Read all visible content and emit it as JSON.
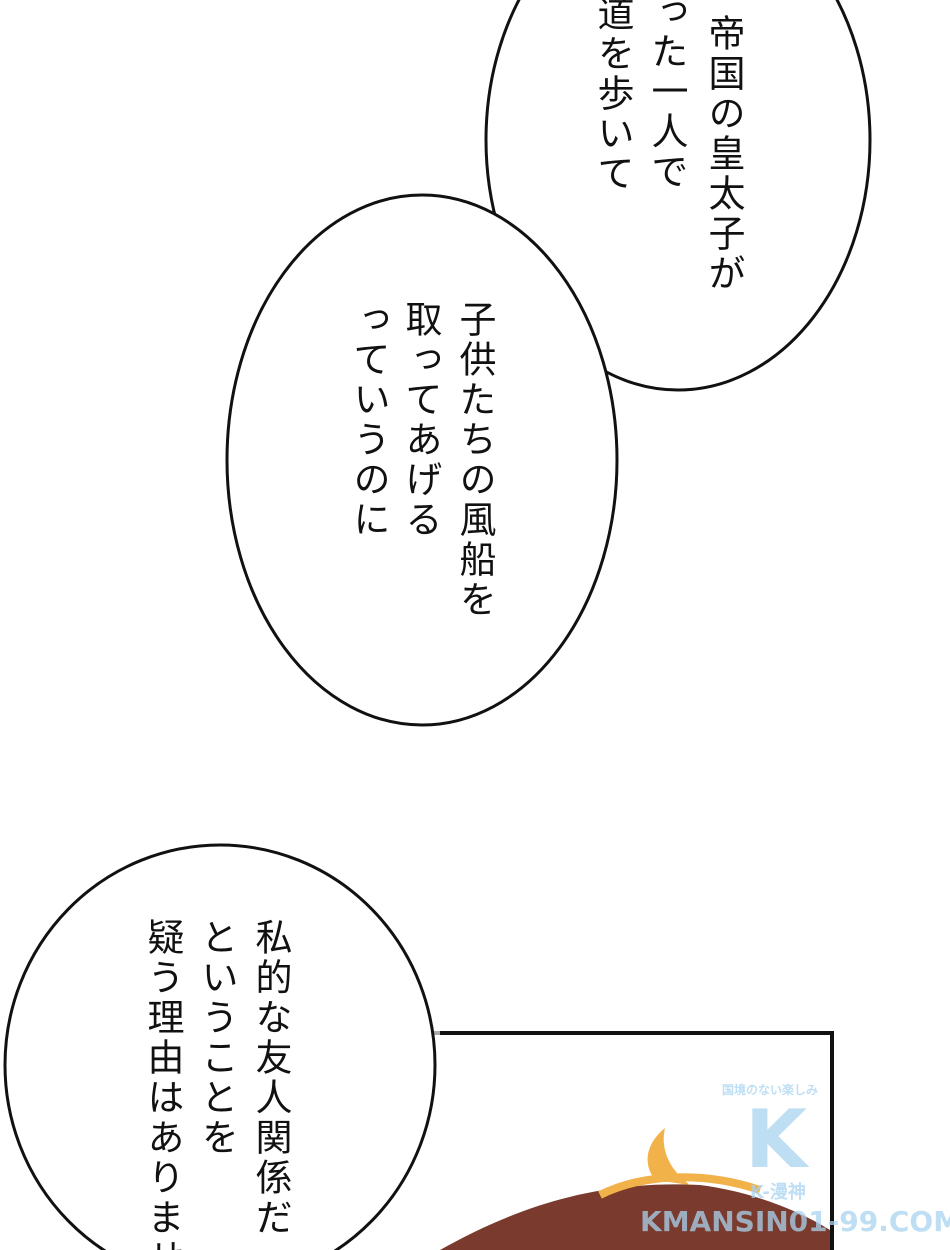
{
  "bubbles": [
    {
      "lines": [
        "帝国の皇太子が",
        "った一人で",
        "道を歩いて"
      ]
    },
    {
      "lines": [
        "子供たちの風船を",
        "取ってあげる",
        "っていうのに"
      ]
    },
    {
      "lines": [
        "私的な友人関係だ",
        "ということを",
        "疑う理由はありませ"
      ]
    }
  ],
  "watermark": {
    "tagline": "国境のない楽しみ",
    "logo": "K",
    "brand": "K-漫神",
    "site": "KMANSIN01-99.COM"
  },
  "colors": {
    "hair": "#7a3b2e",
    "hair_highlight": "#f2b24a",
    "watermark": "#a9d3ef"
  }
}
